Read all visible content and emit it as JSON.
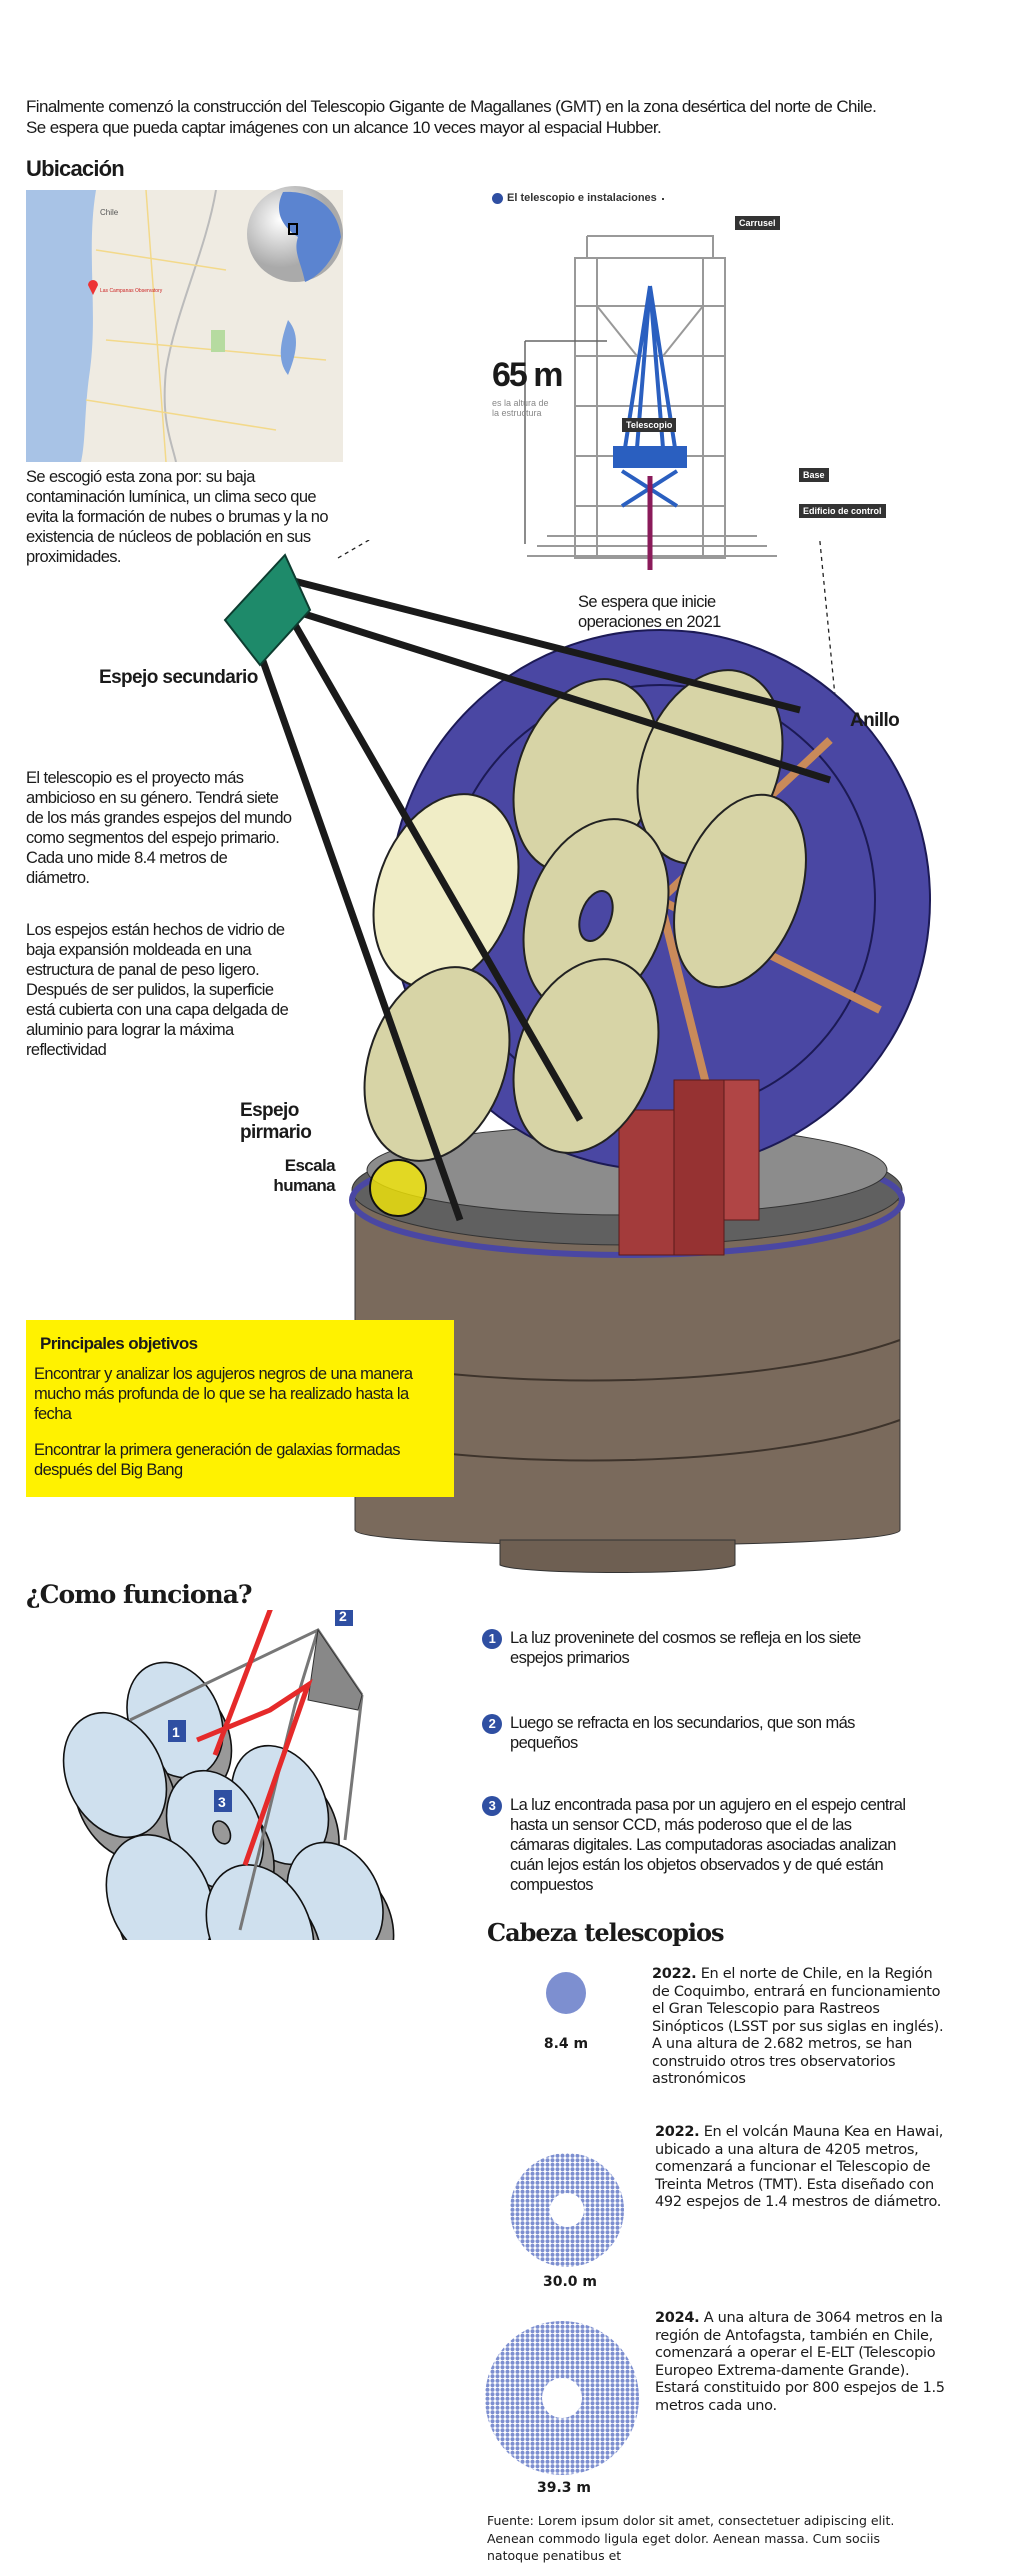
{
  "intro": "Finalmente comenzó la construcción del Telescopio Gigante de Magallanes (GMT) en la zona desértica del norte de Chile. Se espera que pueda captar imágenes con un alcance 10 veces mayor al espacial Hubber.",
  "location": {
    "title": "Ubicación",
    "map_labels": {
      "country": "Chile",
      "site": "Las Campanas Observatory"
    },
    "reason": "Se escogió esta zona por: su baja contaminación lumínica, un clima seco que evita la formación de nubes o brumas y la no existencia de núcleos de población en sus proximidades."
  },
  "facility": {
    "title": "El telescopio e instalaciones",
    "height": "65 m",
    "height_caption": "es la altura de la estructura",
    "tags": {
      "carrusel": "Carrusel",
      "telescopio": "Telescopio",
      "base": "Base",
      "edificio": "Edificio de control"
    },
    "start": "Se espera que inicie operaciones en 2021"
  },
  "telescope": {
    "label_secondary": "Espejo secundario",
    "label_ring": "Anillo",
    "label_primary": "Espejo pirmario",
    "label_human": "Escala humana",
    "para1": "El telescopio es el proyecto más ambicioso en su género. Tendrá siete de los más grandes espejos del mundo como segmentos del espejo primario. Cada uno mide 8.4 metros de diámetro.",
    "para2": "Los espejos están hechos de vidrio de baja expansión moldeada en una estructura de panal de peso ligero. Después de ser pulidos, la superficie está cubierta con una capa delgada de aluminio para lograr la máxima reflectividad"
  },
  "objectives": {
    "title": "Principales objetivos",
    "items": [
      "Encontrar y analizar los agujeros negros de una manera mucho más profunda de lo que se ha realizado hasta la fecha",
      "Encontrar la primera generación de galaxias formadas después del Big Bang"
    ]
  },
  "how": {
    "title": "¿Como funciona?",
    "steps": [
      {
        "n": "1",
        "text": "La luz proveninete del cosmos se refleja en los siete espejos primarios"
      },
      {
        "n": "2",
        "text": "Luego se refracta en los secundarios, que son más pequeños"
      },
      {
        "n": "3",
        "text": "La luz encontrada pasa por un agujero en el espejo central hasta un sensor CCD, más poderoso que el de las cámaras digitales. Las computadoras asociadas analizan cuán lejos están los objetos observados y de qué están compuestos"
      }
    ]
  },
  "heads": {
    "title": "Cabeza telescopios",
    "items": [
      {
        "size": "8.4 m",
        "year": "2022.",
        "text": "En el norte de Chile, en la Región de Coquimbo, entrará en funcionamiento el Gran Telescopio para Rastreos Sinópticos (LSST por sus siglas en inglés). A una altura de 2.682 metros, se han construido otros tres observatorios astronómicos"
      },
      {
        "size": "30.0 m",
        "year": "2022.",
        "text": "En el volcán Mauna Kea en Hawai, ubicado a una altura de 4205 metros, comenzará a funcionar el Telescopio de Treinta Metros (TMT). Esta diseñado con 492 espejos de 1.4 mestros de diámetro."
      },
      {
        "size": "39.3 m",
        "year": "2024.",
        "text": "A una altura de 3064 metros en la región de Antofagsta, también en Chile, comenzará a operar el E-ELT (Telescopio Europeo Extrema-damente Grande). Estará constituido por 800 espejos de 1.5 metros cada uno."
      }
    ]
  },
  "source": "Fuente: Lorem ipsum dolor sit amet, consectetuer adipiscing elit. Aenean commodo ligula eget dolor. Aenean massa. Cum sociis natoque penatibus et",
  "colors": {
    "accent_blue": "#2f4fa2",
    "highlight": "#fff200",
    "mirror_dots": "#7d8fd0"
  }
}
